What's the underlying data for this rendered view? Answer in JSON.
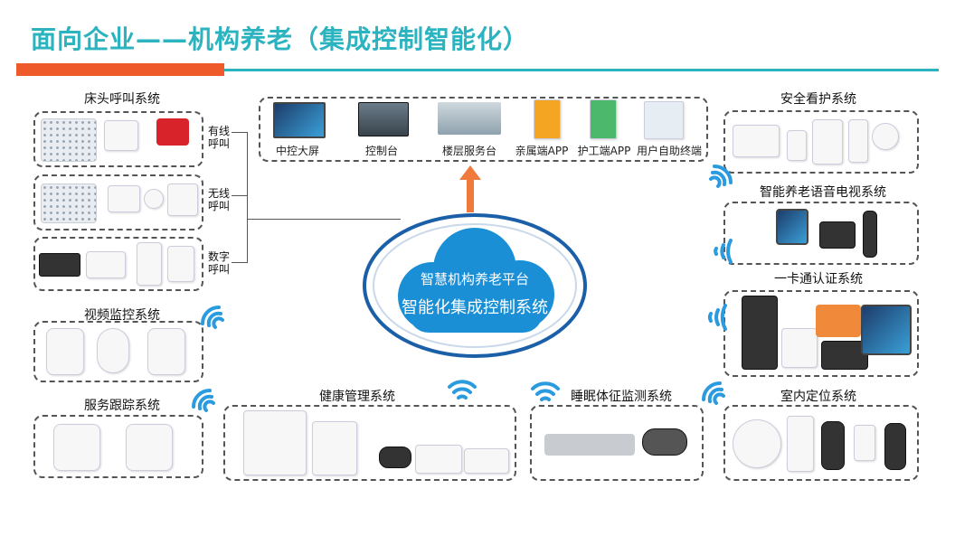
{
  "title": "面向企业——机构养老（集成控制智能化）",
  "center": {
    "line1": "智慧机构养老平台",
    "line2": "智能化集成控制系统"
  },
  "top_panel": {
    "items": [
      "中控大屏",
      "控制台",
      "楼层服务台",
      "亲属端APP",
      "护工端APP",
      "用户自助终端"
    ]
  },
  "bedside": {
    "label": "床头呼叫系统",
    "wired": "有线\n呼叫",
    "wireless": "无线\n呼叫",
    "digital": "数字\n呼叫"
  },
  "video": {
    "label": "视频监控系统"
  },
  "service": {
    "label": "服务跟踪系统"
  },
  "health": {
    "label": "健康管理系统"
  },
  "sleep": {
    "label": "睡眠体征监测系统"
  },
  "safety": {
    "label": "安全看护系统"
  },
  "tv": {
    "label": "智能养老语音电视系统"
  },
  "card": {
    "label": "一卡通认证系统"
  },
  "location": {
    "label": "室内定位系统"
  },
  "colors": {
    "accent": "#2bb3c0",
    "orange": "#ef5a2a",
    "cloud": "#1b8fd6"
  }
}
